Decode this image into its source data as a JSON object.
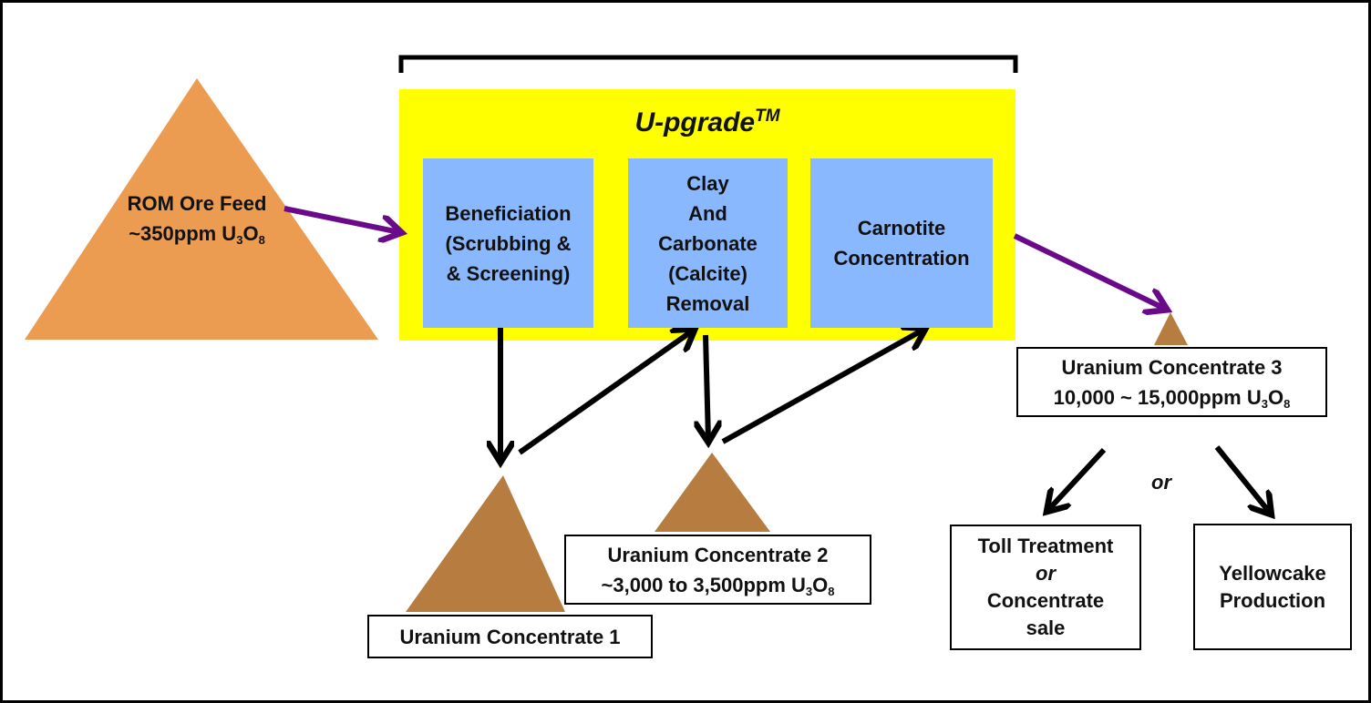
{
  "title": {
    "text": "U-pgrade",
    "superscript": "TM"
  },
  "colors": {
    "ore_pile": "#eb9c50",
    "concentrate_pile": "#b77c3f",
    "upgrade_panel": "#ffff00",
    "process_box": "#8ab8ff",
    "feed_arrow": "#6a0a8a",
    "flow_arrow": "#000000"
  },
  "feed": {
    "line1": "ROM Ore Feed",
    "line2_prefix": "~350ppm U",
    "sub1": "3",
    "mid": "O",
    "sub2": "8"
  },
  "processes": [
    {
      "lines": [
        "Beneficiation",
        "(Scrubbing &",
        "& Screening)"
      ]
    },
    {
      "lines": [
        "Clay",
        "And",
        "Carbonate",
        "(Calcite)",
        "Removal"
      ]
    },
    {
      "lines": [
        "Carnotite",
        "Concentration"
      ]
    }
  ],
  "concentrate1": {
    "label": "Uranium Concentrate 1"
  },
  "concentrate2": {
    "line1": "Uranium Concentrate 2",
    "line2_prefix": "~3,000 to 3,500ppm U",
    "sub1": "3",
    "mid": "O",
    "sub2": "8"
  },
  "concentrate3": {
    "line1": "Uranium Concentrate 3",
    "line2_prefix": "10,000 ~ 15,000ppm U",
    "sub1": "3",
    "mid": "O",
    "sub2": "8"
  },
  "or_label": "or",
  "outcomes": [
    {
      "lines": [
        "Toll Treatment",
        "or",
        "Concentrate",
        "sale"
      ],
      "italic_index": 1
    },
    {
      "lines": [
        "Yellowcake",
        "Production"
      ]
    }
  ]
}
